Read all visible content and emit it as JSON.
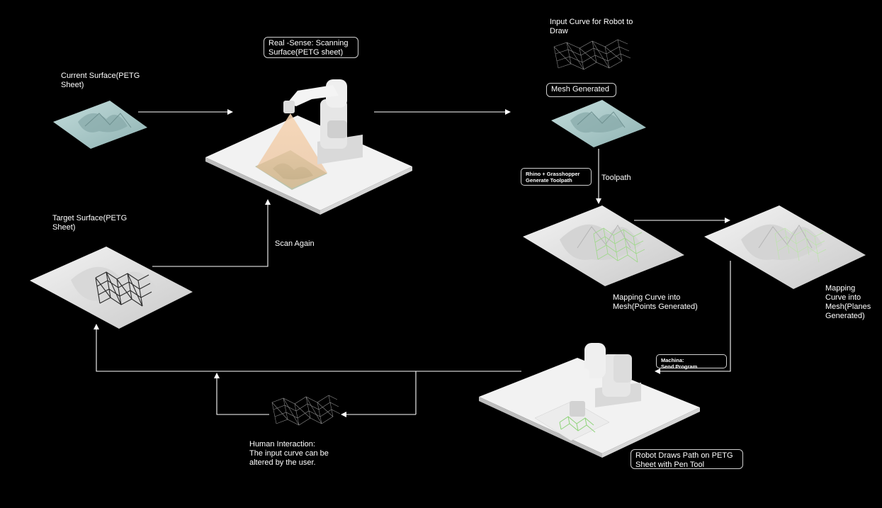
{
  "labels": {
    "current_surface": "Current Surface(PETG\nSheet)",
    "realsense": "Real -Sense: Scanning\nSurface(PETG sheet)",
    "input_curve": "Input Curve for Robot to\nDraw",
    "mesh_generated": "Mesh Generated",
    "rhino_grasshopper": "Rhino + Grasshopper\nGenerate Toolpath",
    "toolpath": "Toolpath",
    "target_surface": "Target Surface(PETG\nSheet)",
    "scan_again": "Scan Again",
    "mapping_points": "Mapping Curve into\nMesh(Points Generated)",
    "mapping_planes": "Mapping\nCurve into\nMesh(Planes\nGenerated)",
    "machina": "Machina:\nSend Program",
    "human_interaction": "Human Interaction:\nThe input curve can be\naltered by the user.",
    "robot_draws": "Robot Draws Path on PETG\nSheet with Pen Tool"
  },
  "colors": {
    "background": "#000000",
    "surface_blue": "#a9c8c8",
    "surface_white": "#e8e8e8",
    "green_path": "#9fd88a",
    "scan_cone": "#f3c9a0",
    "arrow": "#ffffff"
  }
}
